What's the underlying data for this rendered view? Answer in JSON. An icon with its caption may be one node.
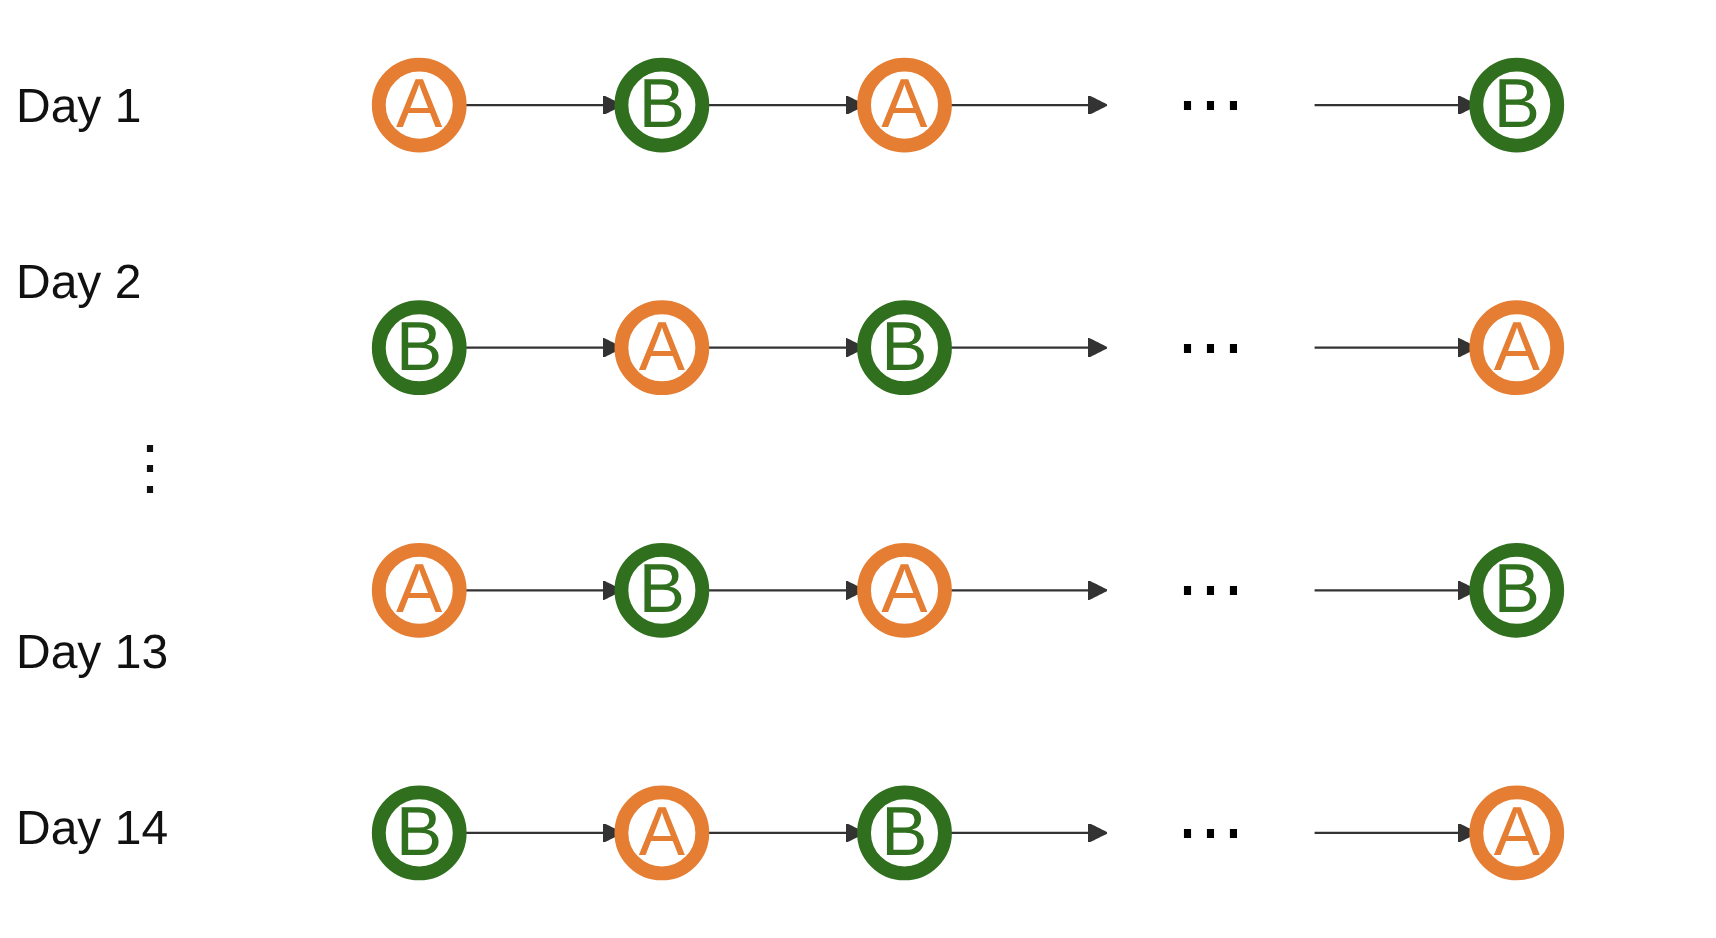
{
  "diagram": {
    "nodes": [
      {
        "text": [
          "A"
        ]
      },
      {
        "text": [
          "B"
        ]
      },
      {
        "text": [
          "A"
        ]
      },
      {
        "text": [
          "⋯"
        ]
      },
      {
        "text": [
          "B"
        ]
      },
      {
        "text": [
          "B"
        ]
      },
      {
        "text": [
          "A"
        ]
      },
      {
        "text": [
          "B"
        ]
      },
      {
        "text": [
          "⋯"
        ]
      },
      {
        "text": [
          "A"
        ]
      },
      {
        "text": [
          "A"
        ]
      },
      {
        "text": [
          "B"
        ]
      },
      {
        "text": [
          "A"
        ]
      },
      {
        "text": [
          "⋯"
        ]
      },
      {
        "text": [
          "B"
        ]
      },
      {
        "text": [
          "B"
        ]
      },
      {
        "text": [
          "A"
        ]
      },
      {
        "text": [
          "B"
        ]
      },
      {
        "text": [
          "⋯"
        ]
      },
      {
        "text": [
          "A"
        ]
      }
    ],
    "edges": [
      {
        "from": 0,
        "to": 1,
        "arrow": "to"
      },
      {
        "from": 1,
        "to": 2,
        "arrow": "to"
      },
      {
        "from": 2,
        "to": 3,
        "arrow": "to"
      },
      {
        "from": 3,
        "to": 4,
        "arrow": "to"
      },
      {
        "from": 5,
        "to": 6,
        "arrow": "to"
      },
      {
        "from": 6,
        "to": 7,
        "arrow": "to"
      },
      {
        "from": 7,
        "to": 8,
        "arrow": "to"
      },
      {
        "from": 8,
        "to": 9,
        "arrow": "to"
      },
      {
        "from": 10,
        "to": 11,
        "arrow": "to"
      },
      {
        "from": 11,
        "to": 12,
        "arrow": "to"
      },
      {
        "from": 12,
        "to": 13,
        "arrow": "to"
      },
      {
        "from": 13,
        "to": 14,
        "arrow": "to"
      },
      {
        "from": 15,
        "to": 16,
        "arrow": "to"
      },
      {
        "from": 16,
        "to": 17,
        "arrow": "to"
      },
      {
        "from": 17,
        "to": 18,
        "arrow": "to"
      },
      {
        "from": 18,
        "to": 19,
        "arrow": "to"
      }
    ],
    "labels": [
      "Day 1",
      "Day 2",
      "⋮",
      "Day 13",
      "Day 14"
    ]
  }
}
